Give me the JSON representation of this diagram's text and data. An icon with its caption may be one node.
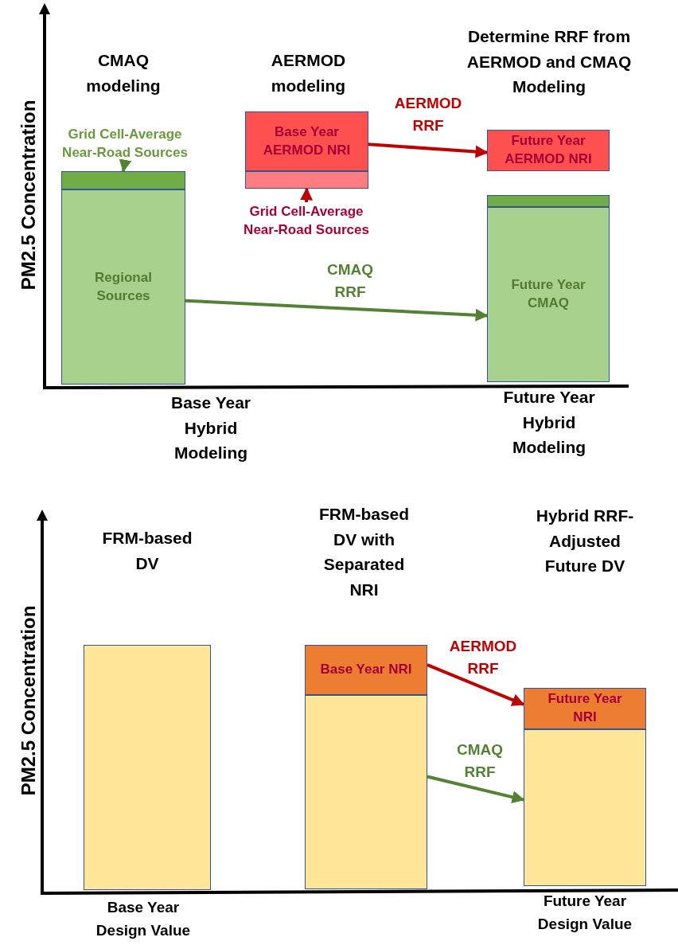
{
  "diagram": {
    "nodes": [
      {
        "text": [],
        "shape": "bar"
      },
      {
        "text": [
          "Regional Sources"
        ]
      },
      {
        "text": [
          "Grid Cell-Average Near-Road Sources"
        ]
      },
      {
        "text": [
          "Base Year AERMOD NRI"
        ]
      },
      {
        "text": [],
        "shape": "bar"
      },
      {
        "text": [
          "Grid Cell-Average Near-Road Sources"
        ]
      },
      {
        "text": [
          "Future Year AERMOD NRI"
        ]
      },
      {
        "text": [],
        "shape": "bar"
      },
      {
        "text": [
          "Future Year CMAQ"
        ]
      },
      {
        "text": [],
        "shape": "bar"
      },
      {
        "text": [
          "Base Year NRI"
        ]
      },
      {
        "text": [],
        "shape": "bar"
      },
      {
        "text": [
          "Future Year NRI"
        ]
      },
      {
        "text": [],
        "shape": "bar"
      }
    ],
    "edges": [
      {
        "from": 2,
        "to": 0,
        "arrow": "to",
        "color": "#548235"
      },
      {
        "from": 5,
        "to": 4,
        "arrow": "to",
        "color": "#c00000"
      },
      {
        "from": 3,
        "to": 6,
        "arrow": "to",
        "label": "AERMOD RRF",
        "color": "#c00000"
      },
      {
        "from": 1,
        "to": 8,
        "arrow": "to",
        "label": "CMAQ RRF",
        "color": "#548235"
      },
      {
        "from": 10,
        "to": 12,
        "arrow": "to",
        "label": "AERMOD RRF",
        "color": "#c00000"
      },
      {
        "from": 11,
        "to": 13,
        "arrow": "to",
        "label": "CMAQ RRF",
        "color": "#548235"
      }
    ],
    "labels": [
      "CMAQ modeling",
      "AERMOD modeling",
      "Determine RRF from AERMOD and CMAQ Modeling",
      "Base Year Hybrid Modeling",
      "Future Year Hybrid Modeling",
      "PM2.5 Concentration",
      "FRM-based DV",
      "FRM-based DV with Separated NRI",
      "Hybrid RRF-Adjusted Future DV",
      "Base Year Design Value",
      "Future Year Design Value",
      "PM2.5 Concentration"
    ]
  }
}
